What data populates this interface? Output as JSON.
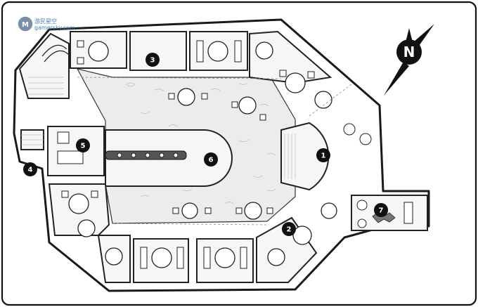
{
  "watermark": {
    "line1": "游民星空",
    "line2": "gamersky.com"
  },
  "compass": {
    "letter": "N"
  },
  "markers": [
    {
      "id": "marker-1",
      "label": "1"
    },
    {
      "id": "marker-2",
      "label": "2"
    },
    {
      "id": "marker-3",
      "label": "3"
    },
    {
      "id": "marker-4",
      "label": "4"
    },
    {
      "id": "marker-5",
      "label": "5"
    },
    {
      "id": "marker-6",
      "label": "6"
    },
    {
      "id": "marker-7",
      "label": "7"
    }
  ]
}
